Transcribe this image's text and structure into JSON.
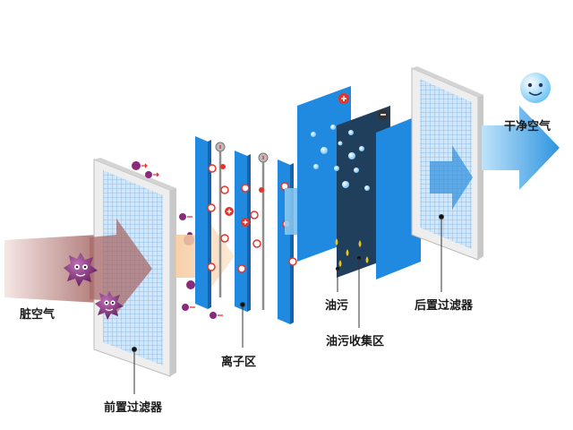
{
  "labels": {
    "dirty_air": "脏空气",
    "pre_filter": "前置过滤器",
    "ion_zone": "离子区",
    "oil_stain": "油污",
    "oil_collection_zone": "油污收集区",
    "post_filter": "后置过滤器",
    "clean_air": "干净空气"
  },
  "icons": {
    "dirty_particle": "smiling-germ-icon",
    "clean_particle": "smiling-bubble-icon",
    "positive_charge": "plus-sign-icon",
    "negative_charge": "minus-sign-icon"
  },
  "colors": {
    "dirty_arrow": "#a8706f",
    "ion_plate": "#1f8ae0",
    "collector_dark": "#1f3f5c",
    "clean_arrow": "#4aa6e6",
    "particle": "#8a2a7a",
    "plus": "#e5352b"
  }
}
